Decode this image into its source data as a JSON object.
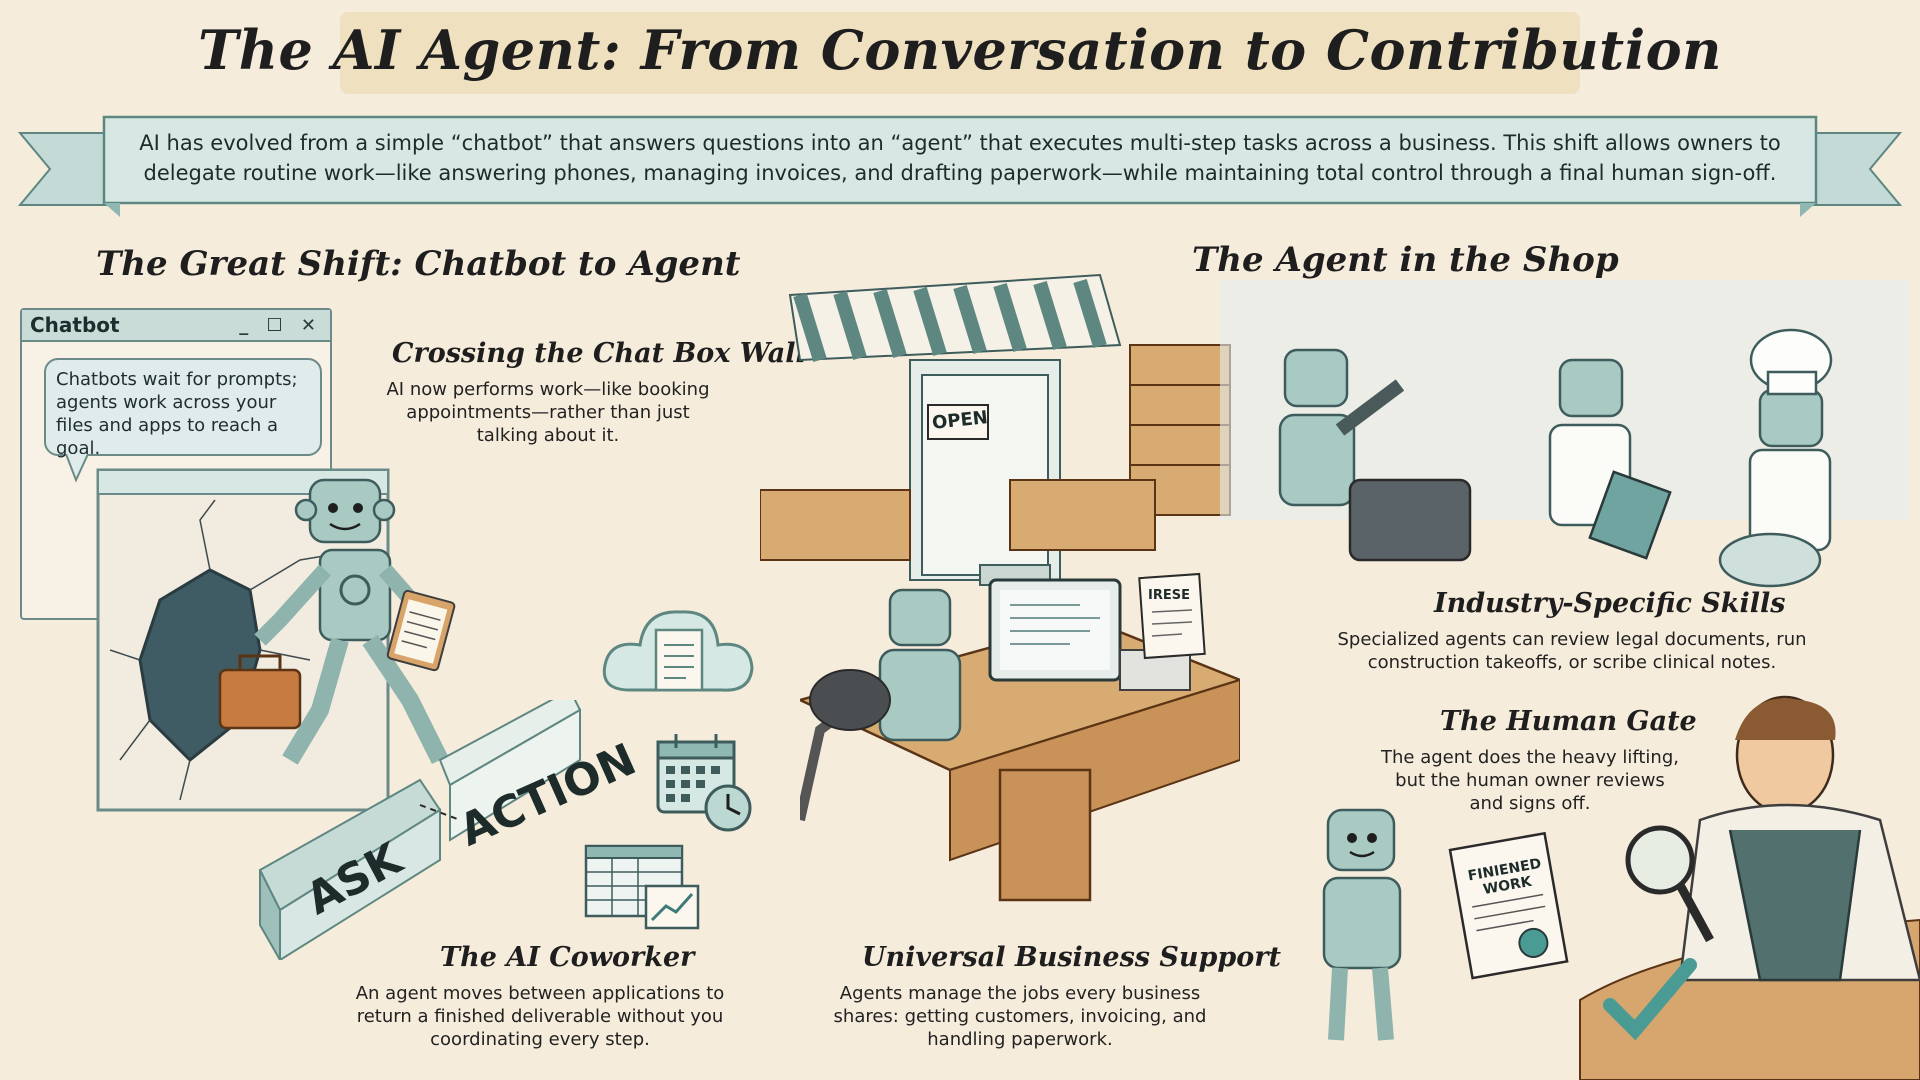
{
  "title": "The AI Agent: From Conversation to Contribution",
  "intro": "AI has evolved from a simple “chatbot” that answers questions into an “agent” that executes multi-step tasks across a business. This shift allows owners to delegate routine work—like answering phones, managing invoices, and drafting paperwork—while maintaining total control through a final human sign-off.",
  "left_section": {
    "heading": "The Great Shift: Chatbot to Agent",
    "chat_window": {
      "title": "Chatbot",
      "controls": "_ ☐ ✕",
      "bubble": "Chatbots wait for prompts; agents work across your files and apps to reach a goal."
    },
    "crossing": {
      "heading": "Crossing the Chat Box Wall",
      "body": "AI now performs work—like booking appointments—rather than just talking about it."
    },
    "ask_label": "ASK",
    "action_label": "ACTION",
    "coworker": {
      "heading": "The AI Coworker",
      "body": "An agent moves between applications to return a finished deliverable without you coordinating every step."
    }
  },
  "right_section": {
    "heading": "The Agent in the Shop",
    "open_sign": "OPEN",
    "receipt_label": "IRESE",
    "industry": {
      "heading": "Industry-Specific Skills",
      "body": "Specialized agents can review legal documents, run construction takeoffs, or scribe clinical notes."
    },
    "human_gate": {
      "heading": "The Human Gate",
      "body": "The agent does the heavy lifting, but the human owner reviews and signs off."
    },
    "universal": {
      "heading": "Universal Business Support",
      "body": "Agents manage the jobs every business shares: getting customers, invoicing, and handling paperwork."
    },
    "document_label": "FINIENED WORK"
  },
  "colors": {
    "background": "#f6ecdc",
    "teal": "#8fb8b2",
    "teal_dark": "#5f8782",
    "wood": "#c9925a",
    "ink": "#1e1e1e"
  }
}
